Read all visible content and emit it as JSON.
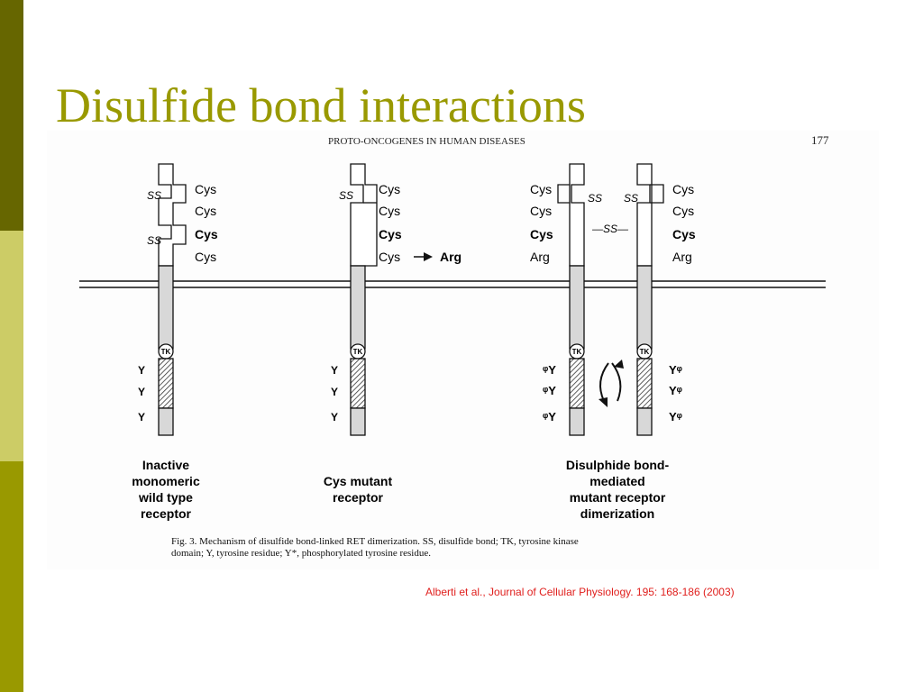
{
  "slide": {
    "title": "Disulfide bond interactions",
    "citation": "Alberti et al., Journal of Cellular Physiology. 195: 168-186 (2003)"
  },
  "figure": {
    "running_header": "PROTO-ONCOGENES IN HUMAN DISEASES",
    "page_number": "177",
    "ss_label": "SS",
    "tk_label": "TK",
    "y_label": "Y",
    "receptor1": {
      "residues": [
        "Cys",
        "Cys",
        "Cys",
        "Cys"
      ],
      "caption": [
        "Inactive",
        "monomeric",
        "wild type",
        "receptor"
      ]
    },
    "receptor2": {
      "residues": [
        "Cys",
        "Cys",
        "Cys",
        "Cys"
      ],
      "mutation": "Arg",
      "caption": [
        "Cys mutant",
        "receptor"
      ]
    },
    "dimer": {
      "left_residues": [
        "Cys",
        "Cys",
        "Cys",
        "Arg"
      ],
      "right_residues": [
        "Cys",
        "Cys",
        "Cys",
        "Arg"
      ],
      "intermolecular_bond": "—SS—",
      "phospho_left": "ᵠY",
      "phospho_right": "Yᵠ",
      "caption": [
        "Disulphide bond-",
        "mediated",
        "mutant receptor",
        "dimerization"
      ]
    },
    "legend": {
      "line1": "Fig. 3.    Mechanism of disulfide bond-linked RET dimerization. SS, disulfide bond; TK, tyrosine kinase",
      "line2": "domain; Y, tyrosine residue; Y*, phosphorylated tyrosine residue."
    }
  }
}
